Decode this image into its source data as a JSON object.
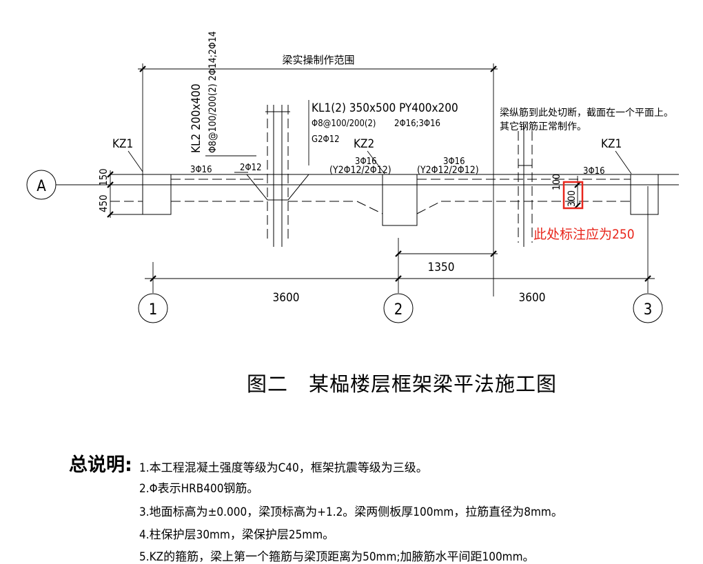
{
  "drawing": {
    "range_label": "梁实操制作范围",
    "kl2_title": "KL2  200x400",
    "kl2_stirrup": "Φ8@100/200(2) 2Φ14;2Φ14",
    "kl1_title": "KL1(2) 350x500 PY400x200",
    "kl1_stirrup": "Φ8@100/200(2)",
    "kl1_top": "2Φ16;3Φ16",
    "kl1_side": "G2Φ12",
    "cut_note_1": "梁纵筋到此处切断，截面在一个平面上。",
    "cut_note_2": "其它钢筋正常制作。",
    "kz1_left": "KZ1",
    "kz2": "KZ2",
    "kz1_right": "KZ1",
    "axis_a": "A",
    "dim_150": "150",
    "dim_450": "450",
    "dim_100": "100",
    "dim_300": "300",
    "bar_3d16_left": "3Φ16",
    "bar_2d12": "2Φ12",
    "bar_3d16_kz2": "3Φ16",
    "bar_3d16_mid": "3Φ16",
    "haunch_left": "(Y2Φ12/2Φ12)",
    "haunch_right": "(Y2Φ12/2Φ12)",
    "bar_3d16_right": "3Φ16",
    "dim_1350": "1350",
    "span_1": "3600",
    "span_2": "3600",
    "axis_1": "1",
    "axis_2": "2",
    "axis_3": "3",
    "annotation": "此处标注应为250",
    "annotation_color": "#e8261c"
  },
  "figure_title": {
    "number": "图二",
    "text": "某榀楼层框架梁平法施工图"
  },
  "notes": {
    "label": "总说明:",
    "items": [
      "1.本工程混凝土强度等级为C40，框架抗震等级为三级。",
      "2.Φ表示HRB400钢筋。",
      "3.地面标高为±0.000，梁顶标高为+1.2。梁两侧板厚100mm，拉筋直径为8mm。",
      "4.柱保护层30mm，梁保护层25mm。",
      "5.KZ的箍筋，梁上第一个箍筋与梁顶距离为50mm;加腋筋水平间距100mm。"
    ]
  }
}
